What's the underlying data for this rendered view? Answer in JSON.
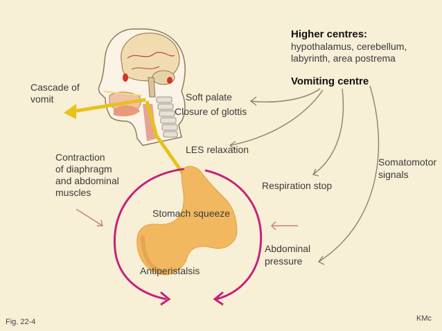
{
  "labels": {
    "higher_centres_title": "Higher centres:",
    "higher_centres_line1": "hypothalamus, cerebellum,",
    "higher_centres_line2": "labyrinth, area postrema",
    "vomiting_centre": "Vomiting centre",
    "cascade_line1": "Cascade of",
    "cascade_line2": "vomit",
    "soft_palate": "Soft palate",
    "closure_glottis": "Closure of glottis",
    "les_relaxation": "LES relaxation",
    "contraction_line1": "Contraction",
    "contraction_line2": "of diaphragm",
    "contraction_line3": "and abdominal",
    "contraction_line4": "muscles",
    "respiration_stop": "Respiration stop",
    "somatomotor_line1": "Somatomotor",
    "somatomotor_line2": "signals",
    "stomach_squeeze": "Stomach squeeze",
    "abdominal_line1": "Abdominal",
    "abdominal_line2": "pressure",
    "antiperistalsis": "Antiperistalsis",
    "fig": "Fig. 22-4",
    "credit": "KMc"
  },
  "colors": {
    "background": "#f7efd6",
    "magenta_arrows": "#c8207a",
    "vomit_path": "#e6c21a",
    "stomach": "#f2b860",
    "pointer_arrows": "#c08080"
  }
}
